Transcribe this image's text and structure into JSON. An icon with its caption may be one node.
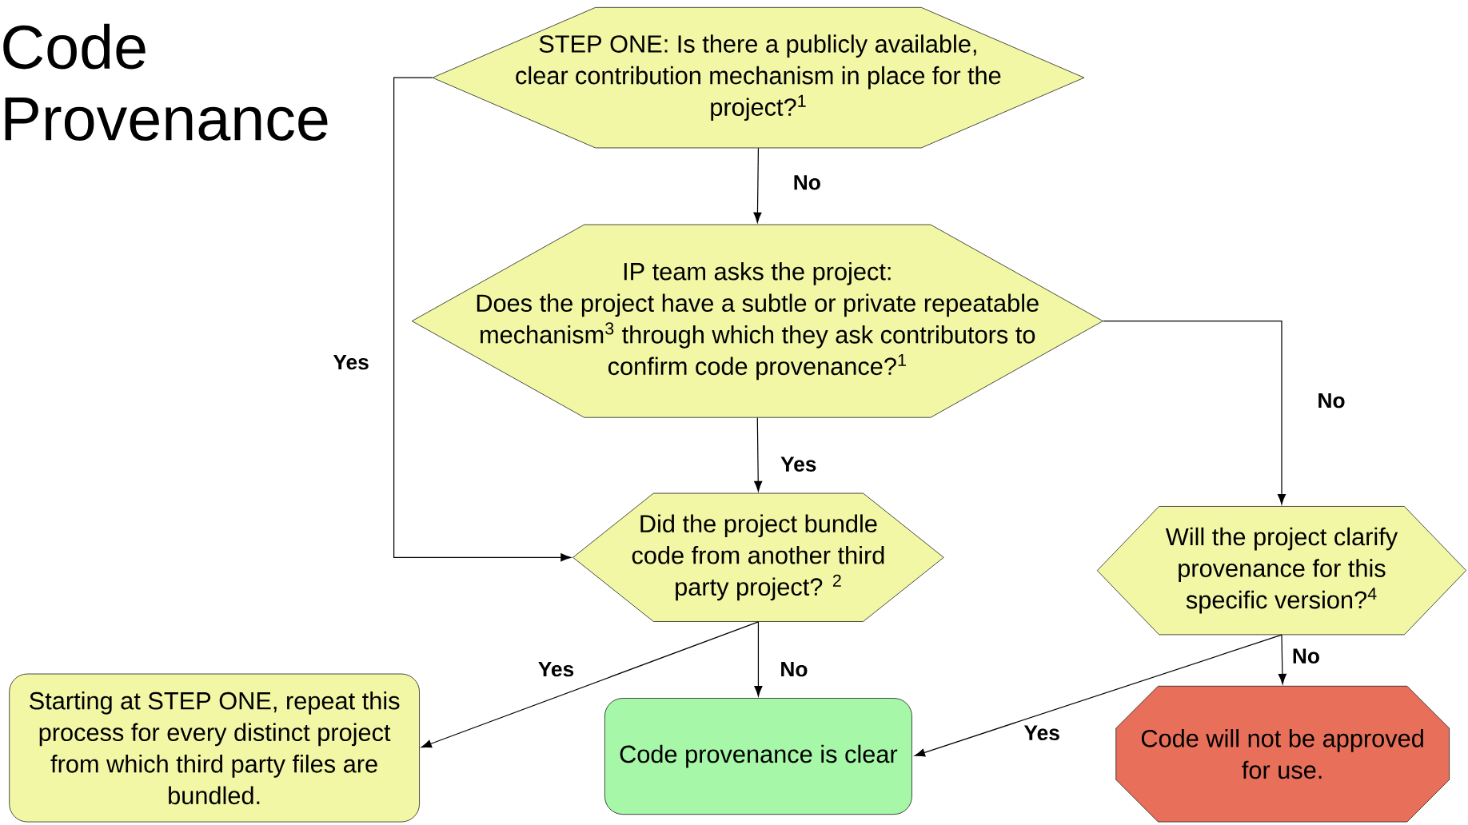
{
  "diagram": {
    "title": "Code Provenance",
    "nodes": [
      {
        "text": [
          "STEP ONE:  Is there a publicly available, clear contribution mechanism in place for the project?$^{1}$"
        ]
      },
      {
        "text": [
          "IP team asks the project:",
          "Does the project have a subtle or private repeatable mechanism$^{3}$ through which they ask contributors to confirm code provenance?$^{1}$"
        ]
      },
      {
        "text": [
          "Did the project bundle code from another third party project? $^{2}$"
        ]
      },
      {
        "text": [
          "Will the project clarify provenance for this specific version?$^{4}$"
        ]
      },
      {
        "text": [
          "Starting at STEP ONE, repeat this process for every distinct project from which third party files are bundled."
        ]
      },
      {
        "text": [
          "Code provenance is clear"
        ]
      },
      {
        "text": [
          "Code will not be approved for use."
        ]
      }
    ],
    "edges": [
      {
        "from": 0,
        "to": 2,
        "arrow": "to",
        "label": "Yes"
      },
      {
        "from": 0,
        "to": 1,
        "arrow": "to",
        "label": "No"
      },
      {
        "from": 1,
        "to": 2,
        "arrow": "to",
        "label": "Yes"
      },
      {
        "from": 1,
        "to": 3,
        "arrow": "to",
        "label": "No"
      },
      {
        "from": 2,
        "to": 4,
        "arrow": "to",
        "label": "Yes"
      },
      {
        "from": 2,
        "to": 5,
        "arrow": "to",
        "label": "No"
      },
      {
        "from": 3,
        "to": 5,
        "arrow": "to",
        "label": "Yes"
      },
      {
        "from": 3,
        "to": 6,
        "arrow": "to",
        "label": "No"
      }
    ]
  }
}
